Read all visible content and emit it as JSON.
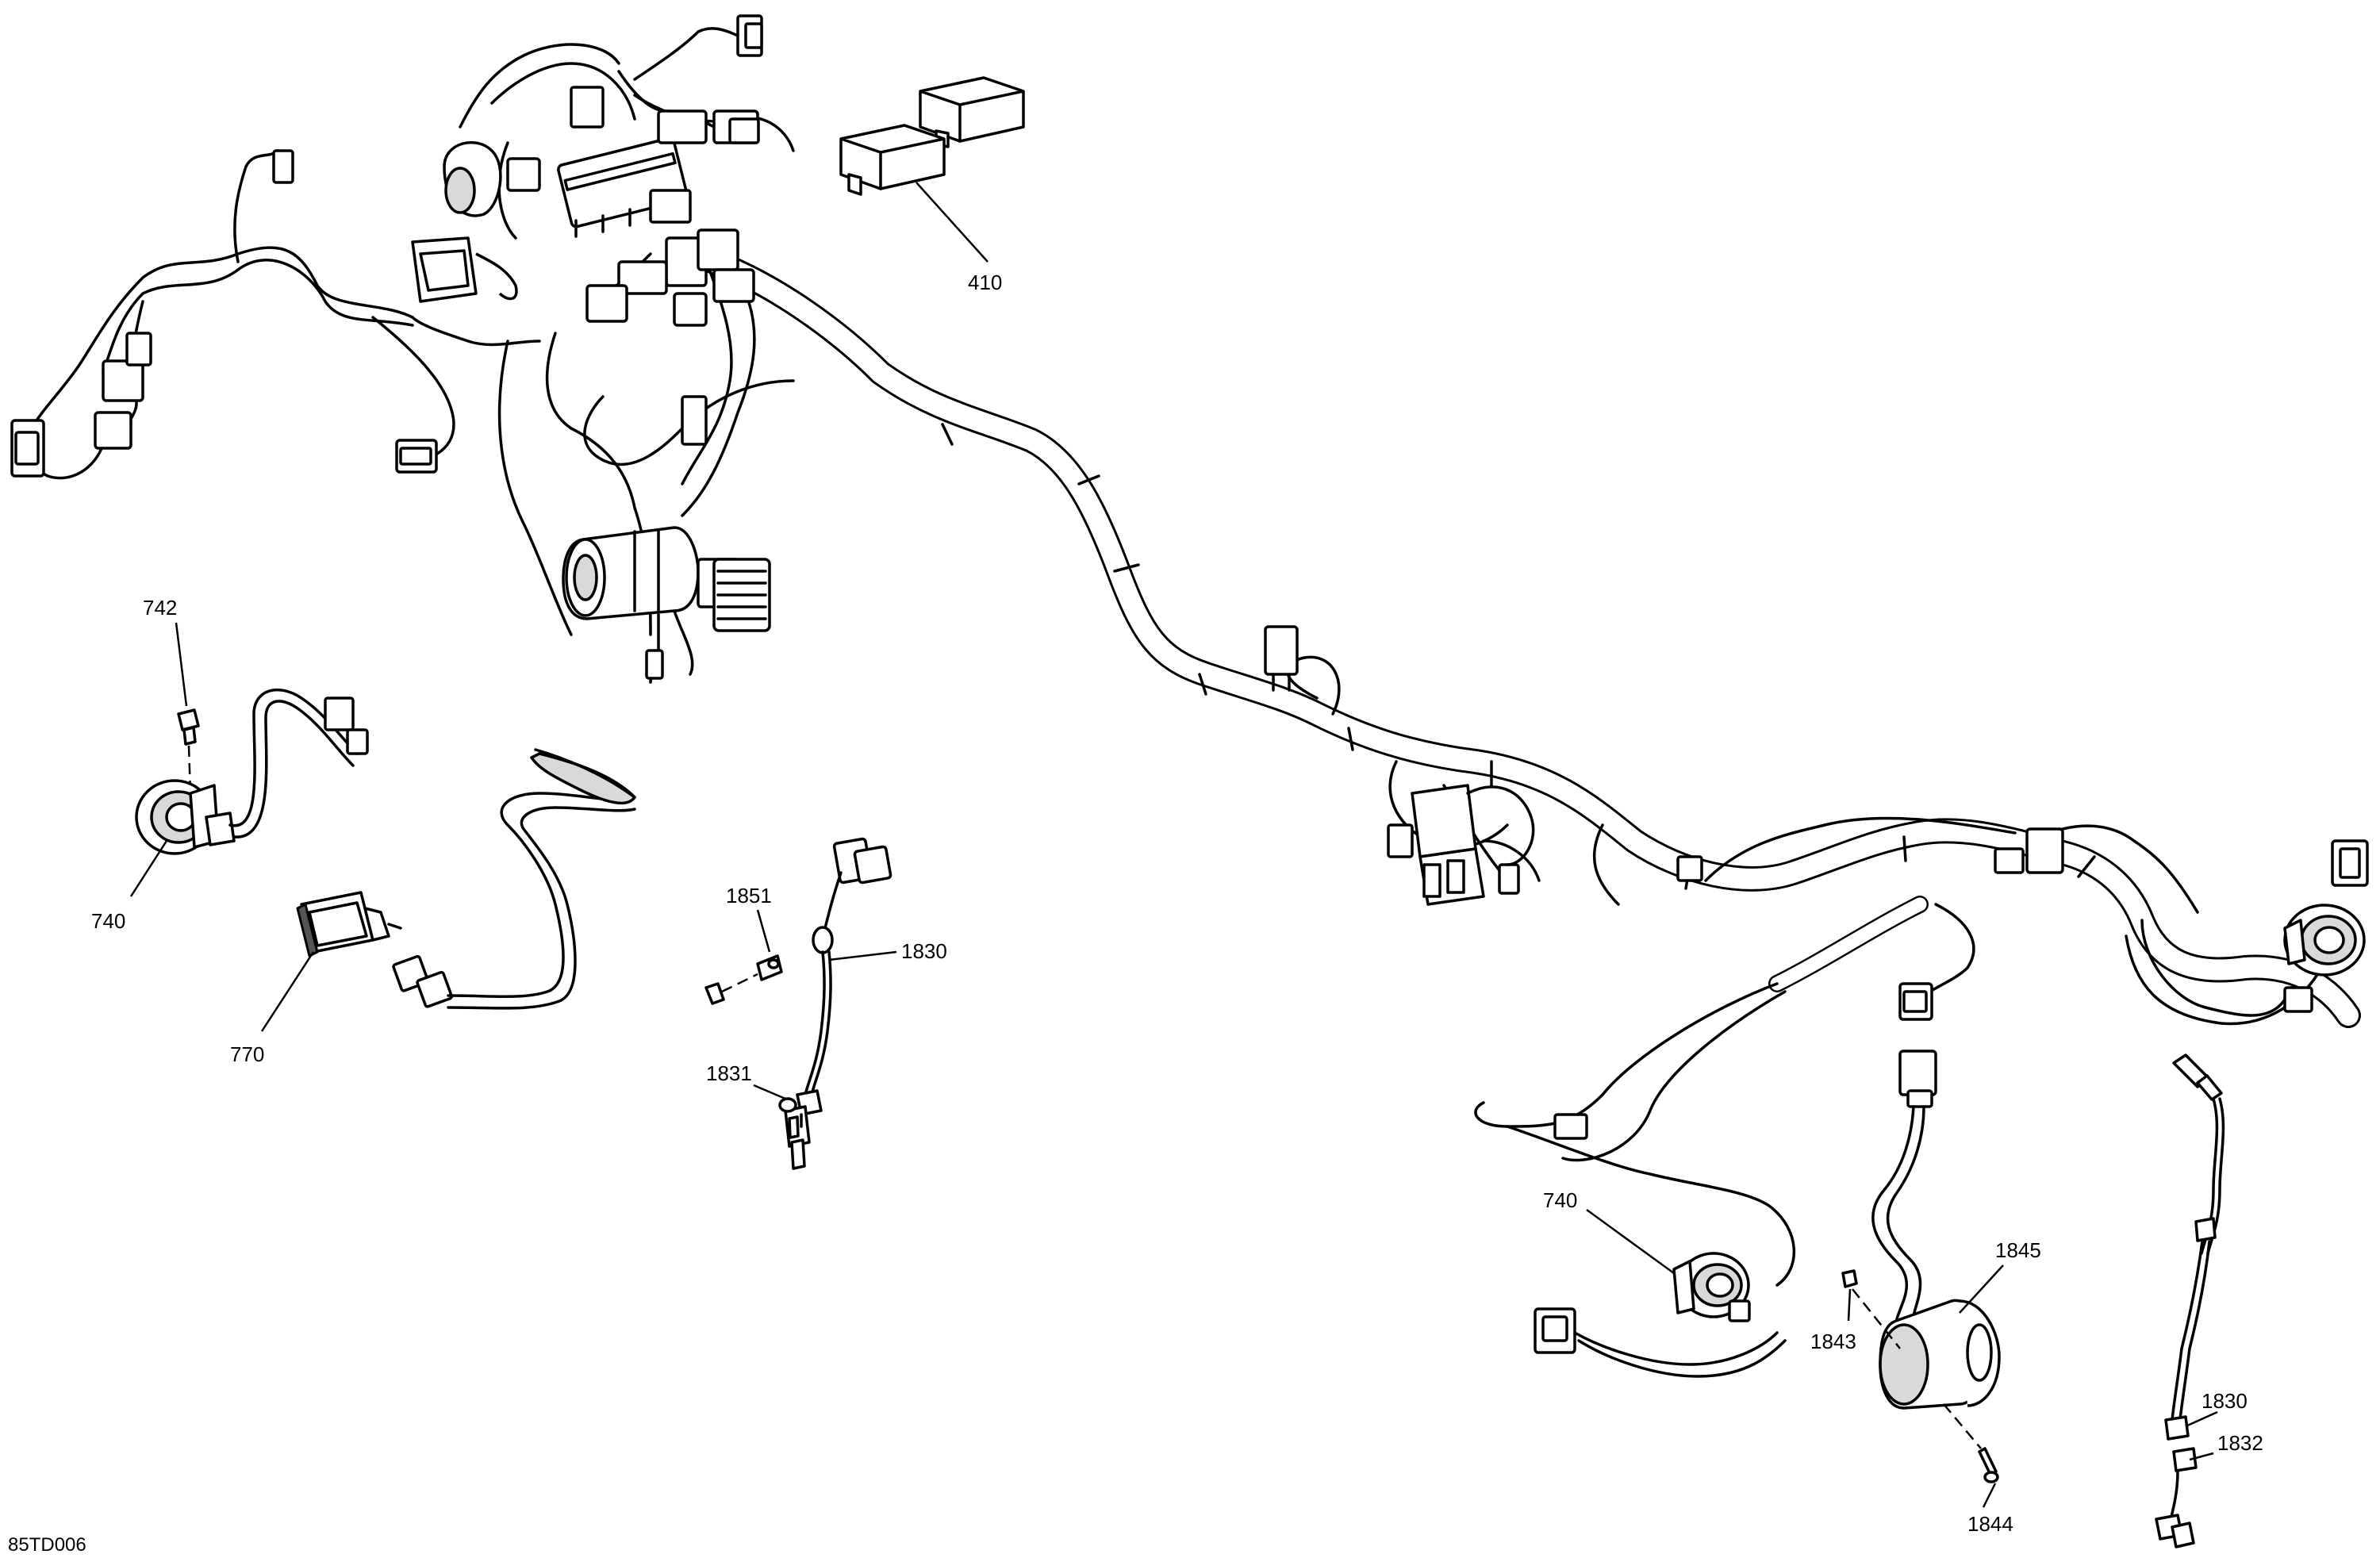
{
  "callouts": {
    "c410": "410",
    "c742": "742",
    "c740a": "740",
    "c770": "770",
    "c1851": "1851",
    "c1830a": "1830",
    "c1831": "1831",
    "c740b": "740",
    "c1845": "1845",
    "c1843": "1843",
    "c1830b": "1830",
    "c1832": "1832",
    "c1844": "1844"
  },
  "drawing_ref": "85TD006"
}
